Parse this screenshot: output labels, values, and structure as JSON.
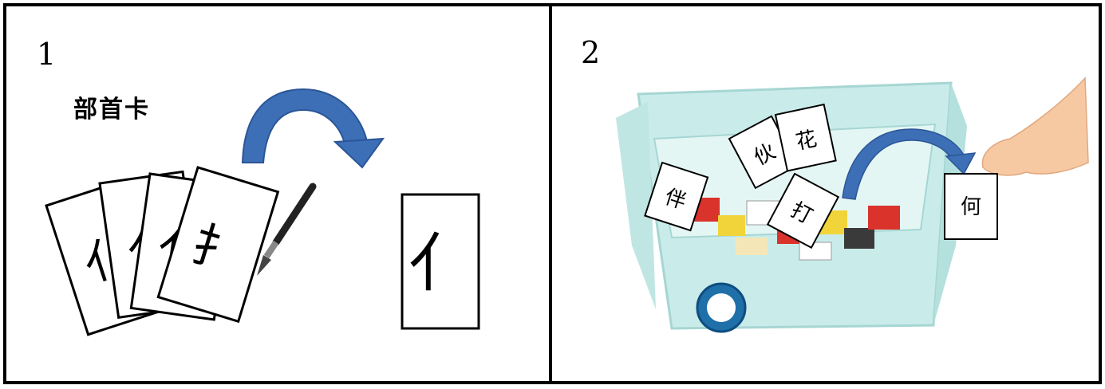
{
  "panels": [
    {
      "number": "1",
      "label": "部首卡",
      "stack_card_glyphs": [
        "亻",
        "亻",
        "亻",
        "扌"
      ],
      "target_card_glyph": "亻"
    },
    {
      "number": "2",
      "box_cards": [
        "伴",
        "伙",
        "花",
        "打"
      ],
      "held_card": "何"
    }
  ],
  "colors": {
    "arrow": "#3d6fb6",
    "box": "#c9ecea",
    "hand": "#f7c9a3"
  }
}
